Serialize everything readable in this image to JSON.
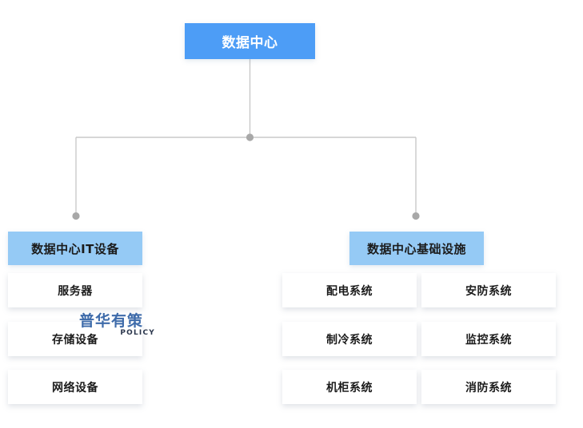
{
  "diagram": {
    "type": "org-tree",
    "root": {
      "label": "数据中心"
    },
    "branches": [
      {
        "label": "数据中心IT设备",
        "columns": [
          {
            "items": [
              {
                "label": "服务器"
              },
              {
                "label": "存储设备"
              },
              {
                "label": "网络设备"
              }
            ]
          }
        ]
      },
      {
        "label": "数据中心基础设施",
        "columns": [
          {
            "items": [
              {
                "label": "配电系统"
              },
              {
                "label": "制冷系统"
              },
              {
                "label": "机柜系统"
              }
            ]
          },
          {
            "items": [
              {
                "label": "安防系统"
              },
              {
                "label": "监控系统"
              },
              {
                "label": "消防系统"
              }
            ]
          }
        ]
      }
    ]
  },
  "watermark": {
    "chinese": "普华有策",
    "english": "POLICY"
  },
  "colors": {
    "root_fill": "#4d9df6",
    "root_text": "#ffffff",
    "level2_fill": "#95caf5",
    "level2_text": "#1b1b1b",
    "leaf_fill": "#ffffff",
    "leaf_text": "#1b1b1b",
    "connector": "#c9c9c9",
    "junction_dot": "#a8a8a8",
    "watermark_chinese": "#2e5fa3",
    "watermark_english": "#17243c"
  }
}
